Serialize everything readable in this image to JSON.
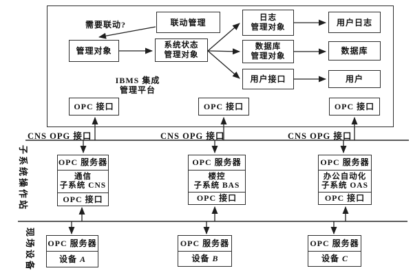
{
  "platform": {
    "question": "需要联动?",
    "title_l1": "IBMS 集成",
    "title_l2": "管理平台",
    "linkage": "联动管理",
    "managed_object": "管理对象",
    "system_status_l1": "系统状态",
    "system_status_l2": "管理对象",
    "log_object_l1": "日志",
    "log_object_l2": "管理对象",
    "user_log": "用户日志",
    "db_object_l1": "数据库",
    "db_object_l2": "管理对象",
    "database": "数据库",
    "user_interface": "用户接口",
    "user": "用户",
    "opc_interfaces": [
      "OPC 接口",
      "OPC 接口",
      "OPC 接口"
    ]
  },
  "bus": {
    "labels": [
      "CNS  OPG 接口",
      "CNS  OPG 接口",
      "CNS  OPG 接口"
    ]
  },
  "sections": {
    "operation_station": "子系统操作站",
    "field_device": "现场设备"
  },
  "subsystems": [
    {
      "server": "OPC 服务器",
      "line1": "通信",
      "line2": "子系统 CNS",
      "iface": "OPC 接口"
    },
    {
      "server": "OPC 服务器",
      "line1": "楼控",
      "line2": "子系统 BAS",
      "iface": "OPC 接口"
    },
    {
      "server": "OPC 服务器",
      "line1": "办公自动化",
      "line2": "子系统 OAS",
      "iface": "OPC 接口"
    }
  ],
  "devices": [
    {
      "server": "OPC 服务器",
      "prefix": "设备",
      "letter": "A"
    },
    {
      "server": "OPC 服务器",
      "prefix": "设备",
      "letter": "B"
    },
    {
      "server": "OPC 服务器",
      "prefix": "设备",
      "letter": "C"
    }
  ],
  "colors": {
    "line": "#1f1f1f",
    "bus": "#5a5a5a",
    "border": "#2b2b2b",
    "background": "#ffffff"
  }
}
